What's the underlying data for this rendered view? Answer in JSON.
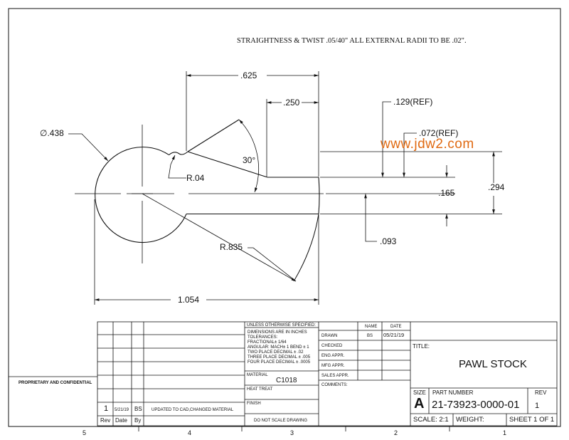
{
  "note": "STRAIGHTNESS & TWIST .05/40\" ALL EXTERNAL RADII TO BE .02\".",
  "watermark": "www.jdw2.com",
  "dimensions": {
    "d625": ".625",
    "d250": ".250",
    "d129": ".129(REF)",
    "d072": ".072(REF)",
    "dia438": ".438",
    "dia_symbol": "∅",
    "r04": "R.04",
    "angle30": "30°",
    "d165": ".165",
    "d294": ".294",
    "r835": "R.835",
    "d093": ".093",
    "d1054": "1.054"
  },
  "title_block": {
    "proprietary": "PROPRIETARY AND CONFIDENTIAL",
    "unless_specified": "UNLESS OTHERWISE SPECIFIED:",
    "tol_lines": [
      "DIMENSIONS ARE IN INCHES",
      "TOLERANCES:",
      "FRACTIONAL± 1/64",
      "ANGULAR: MACH± 1  BEND ± 1",
      "TWO PLACE DECIMAL    ± .02",
      "THREE PLACE DECIMAL  ± .005",
      "FOUR PLACE DECIMAL ± .0005"
    ],
    "material_label": "MATERIAL",
    "material_value": "C1018",
    "heat_treat": "HEAT TREAT",
    "finish": "FINISH",
    "do_not_scale": "DO NOT SCALE DRAWING",
    "name_hdr": "NAME",
    "date_hdr": "DATE",
    "drawn": "DRAWN",
    "drawn_name": "BS",
    "drawn_date": "05/21/19",
    "checked": "CHECKED",
    "eng_appr": "ENG APPR.",
    "mfg_appr": "MFG APPR.",
    "sales_appr": "SALES APPR.",
    "comments": "COMMENTS:",
    "title_label": "TITLE:",
    "title": "PAWL STOCK",
    "size_label": "SIZE",
    "size": "A",
    "part_number_label": "PART  NUMBER",
    "part_number": "21-73923-0000-01",
    "rev_label": "REV",
    "rev": "1",
    "scale": "SCALE: 2:1",
    "weight": "WEIGHT:",
    "sheet": "SHEET 1 OF 1"
  },
  "revision": {
    "rev": "1",
    "date": "5/21/19",
    "by": "BS",
    "description": "UPDATED TO CAD,CHANGED MATERIAL",
    "hdr_rev": "Rev",
    "hdr_date": "Date",
    "hdr_by": "By"
  },
  "zones": [
    "5",
    "4",
    "3",
    "2",
    "1"
  ]
}
